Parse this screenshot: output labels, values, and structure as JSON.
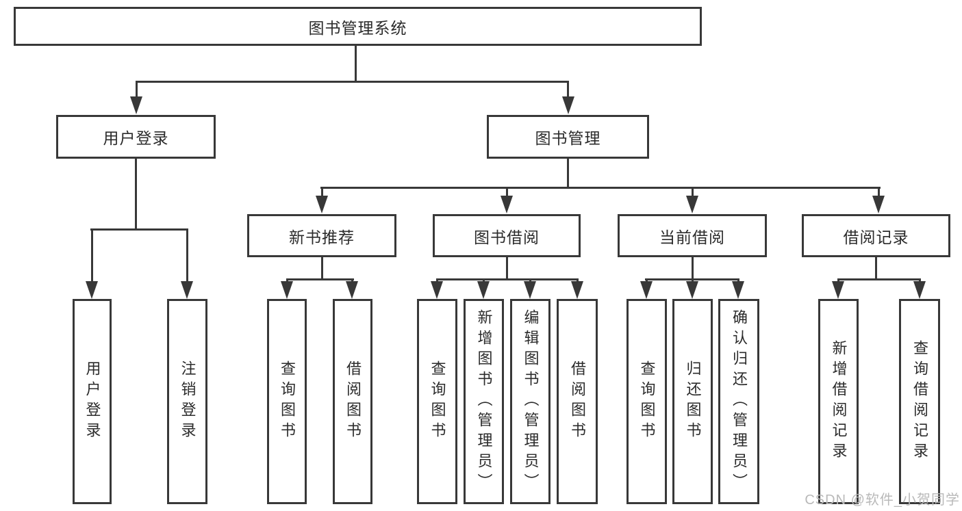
{
  "colors": {
    "line": "#383838",
    "text": "#2b2b2b",
    "background": "#ffffff",
    "watermark": "#b9b9b9"
  },
  "tree": {
    "root": "图书管理系统",
    "branches": [
      {
        "label": "用户登录",
        "leaves": [
          "用户登录",
          "注销登录"
        ]
      },
      {
        "label": "图书管理",
        "children": [
          {
            "label": "新书推荐",
            "leaves": [
              "查询图书",
              "借阅图书"
            ]
          },
          {
            "label": "图书借阅",
            "leaves": [
              "查询图书",
              "新增图书（管理员）",
              "编辑图书（管理员）",
              "借阅图书"
            ]
          },
          {
            "label": "当前借阅",
            "leaves": [
              "查询图书",
              "归还图书",
              "确认归还（管理员）"
            ]
          },
          {
            "label": "借阅记录",
            "leaves": [
              "新增借阅记录",
              "查询借阅记录"
            ]
          }
        ]
      }
    ]
  },
  "watermark": "CSDN @软件_小贺同学"
}
